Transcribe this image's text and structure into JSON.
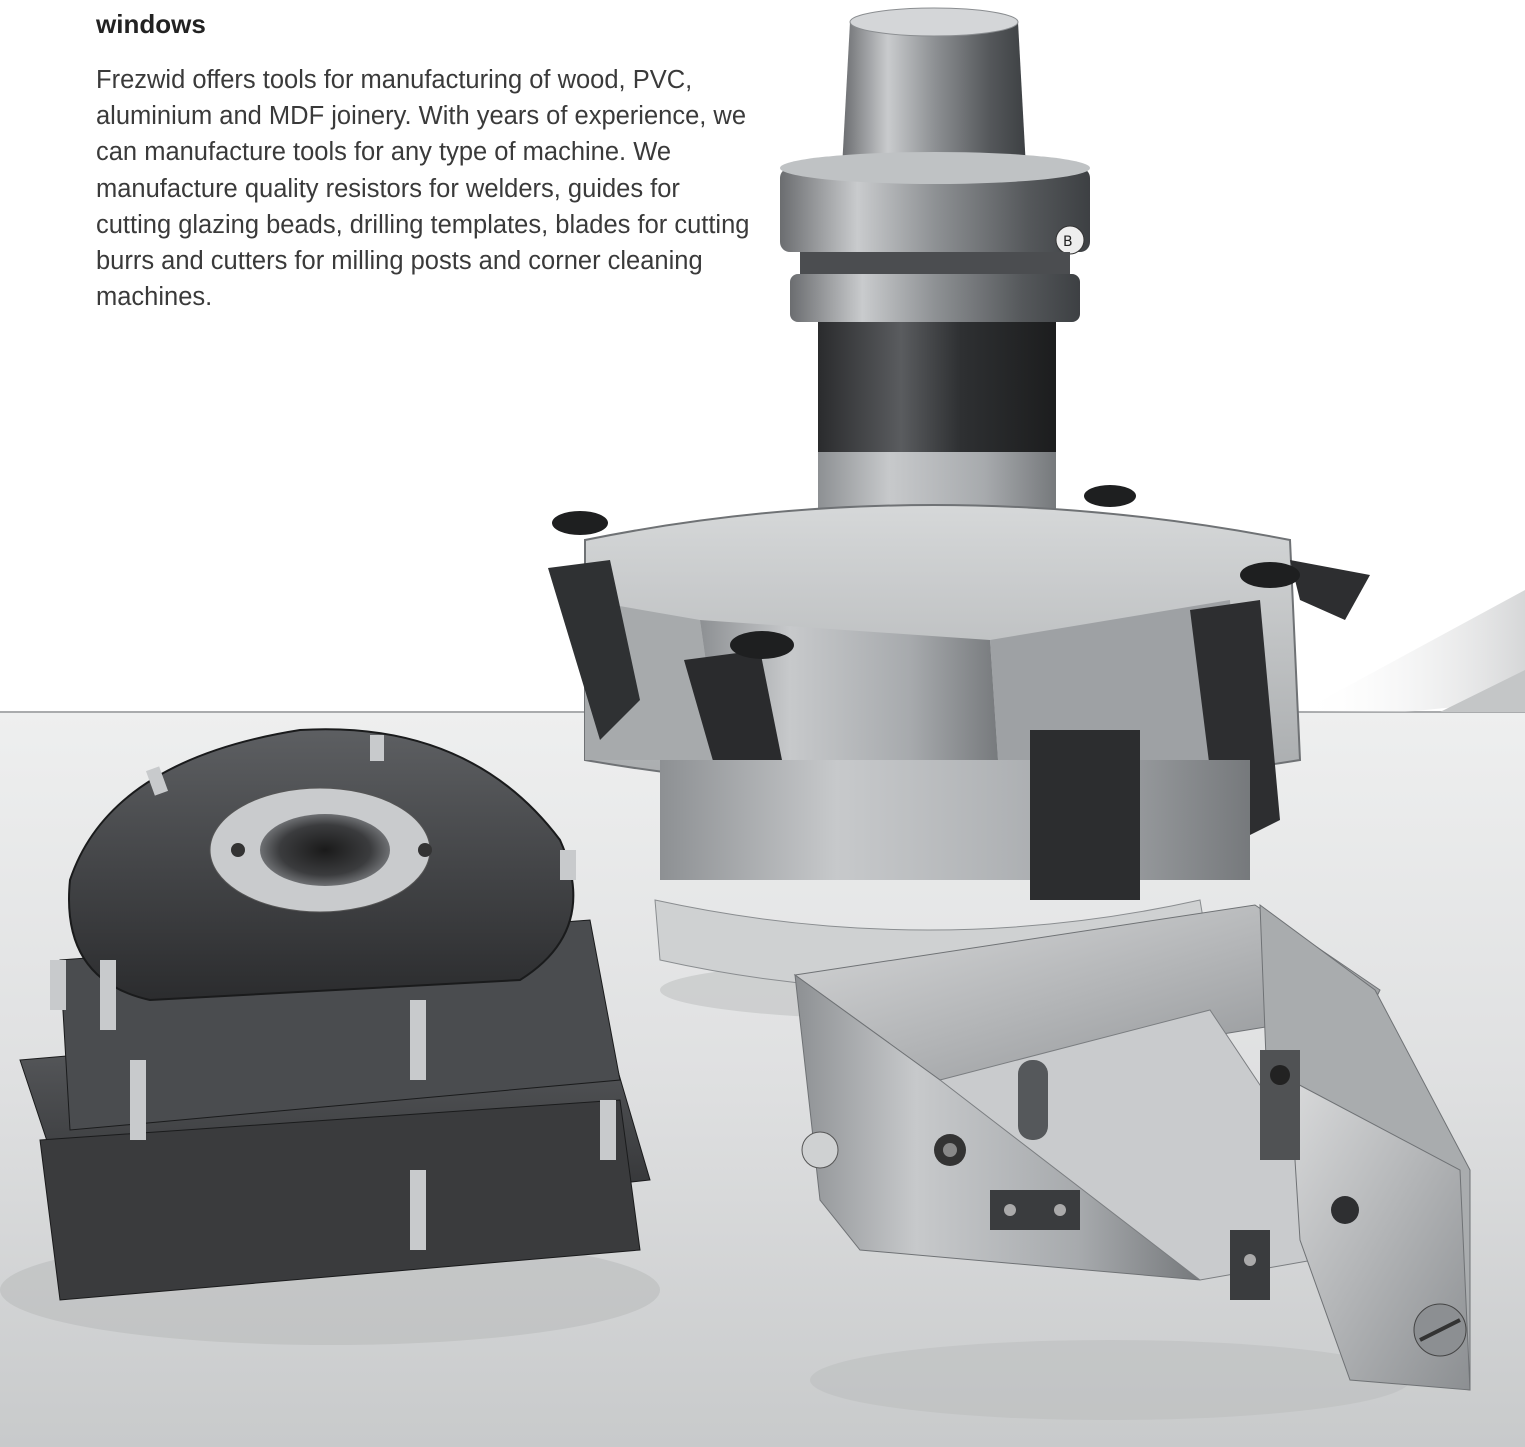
{
  "section": {
    "heading": "windows",
    "paragraph": "Frezwid offers tools for manufacturing of wood, PVC, aluminium and MDF joinery. With years of experience, we can manufacture tools for any type of machine. We manufacture quality resistors for welders, guides for cutting glazing beads, drilling templates, blades for cutting burrs and cutters for milling posts and corner cleaning machines."
  },
  "photo": {
    "subject": "milling cutters on tool holder and corner cleaning guide",
    "icons": [
      "tool-holder-icon",
      "profile-cutter-set-icon",
      "corner-guide-block-icon"
    ]
  },
  "colors": {
    "background": "#ffffff",
    "floor_top": "#e9eaea",
    "floor_bottom": "#c9cbcc",
    "text": "#3a3a3a",
    "heading": "#222222"
  }
}
